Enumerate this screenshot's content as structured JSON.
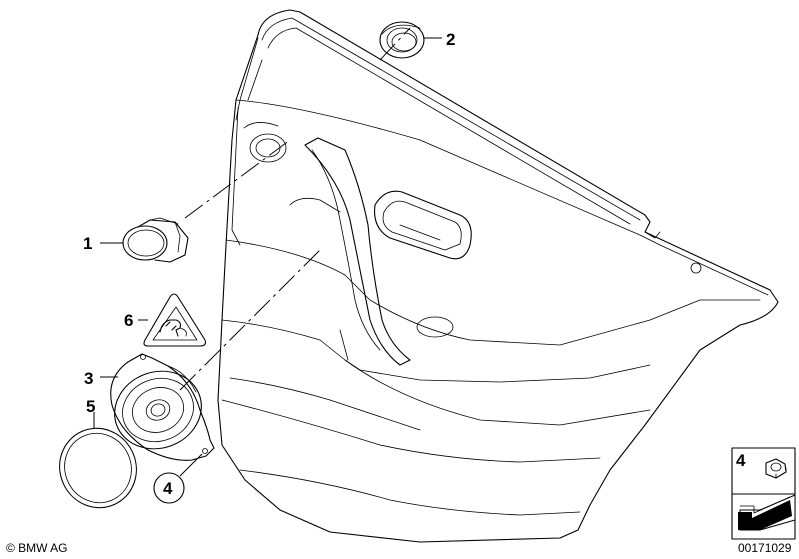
{
  "callouts": {
    "c1": "1",
    "c2": "2",
    "c3": "3",
    "c4": "4",
    "c5": "5",
    "c6": "6",
    "inset_4": "4"
  },
  "footer": {
    "copyright": "© BMW AG",
    "doc_number": "00171029"
  }
}
